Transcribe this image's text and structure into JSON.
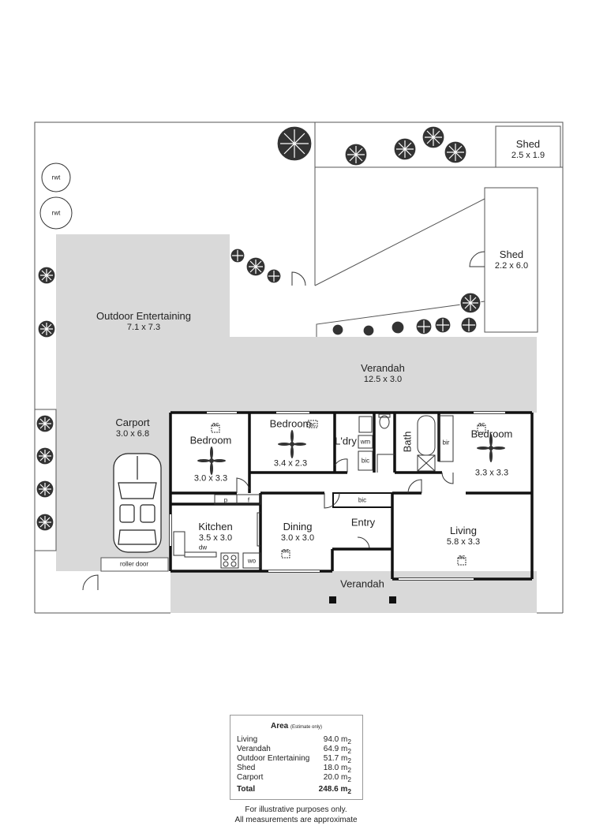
{
  "rooms": {
    "shed_top": {
      "name": "Shed",
      "dims": "2.5 x 1.9"
    },
    "shed_right": {
      "name": "Shed",
      "dims": "2.2 x 6.0"
    },
    "outdoor": {
      "name": "Outdoor Entertaining",
      "dims": "7.1 x 7.3"
    },
    "verandah_top": {
      "name": "Verandah",
      "dims": "12.5 x 3.0"
    },
    "carport": {
      "name": "Carport",
      "dims": "3.0 x 6.8"
    },
    "bedroom1": {
      "name": "Bedroom",
      "dims": "3.0 x 3.3"
    },
    "bedroom2": {
      "name": "Bedroom",
      "dims": "3.4 x 2.3"
    },
    "laundry": {
      "name": "L'dry"
    },
    "bath": {
      "name": "Bath"
    },
    "bedroom3": {
      "name": "Bedroom",
      "dims": "3.3 x 3.3"
    },
    "kitchen": {
      "name": "Kitchen",
      "dims": "3.5 x 3.0"
    },
    "dining": {
      "name": "Dining",
      "dims": "3.0 x 3.0"
    },
    "entry": {
      "name": "Entry"
    },
    "living": {
      "name": "Living",
      "dims": "5.8 x 3.3"
    },
    "verandah_bottom": {
      "name": "Verandah"
    }
  },
  "fixtures": {
    "rwt": "rwt",
    "ac": "ac",
    "wm": "wm",
    "bic": "bic",
    "bir": "bir",
    "p": "p",
    "f": "f",
    "dw": "dw",
    "wo": "wo",
    "roller_door": "roller door"
  },
  "area": {
    "title": "Area",
    "note": "(Estimate only)",
    "unit": "m",
    "rows": [
      {
        "name": "Living",
        "value": "94.0"
      },
      {
        "name": "Verandah",
        "value": "64.9"
      },
      {
        "name": "Outdoor Entertaining",
        "value": "51.7"
      },
      {
        "name": "Shed",
        "value": "18.0"
      },
      {
        "name": "Carport",
        "value": "20.0"
      }
    ],
    "total": {
      "name": "Total",
      "value": "248.6"
    }
  },
  "disclaimer": {
    "line1": "For illustrative purposes only.",
    "line2": "All measurements are approximate"
  }
}
